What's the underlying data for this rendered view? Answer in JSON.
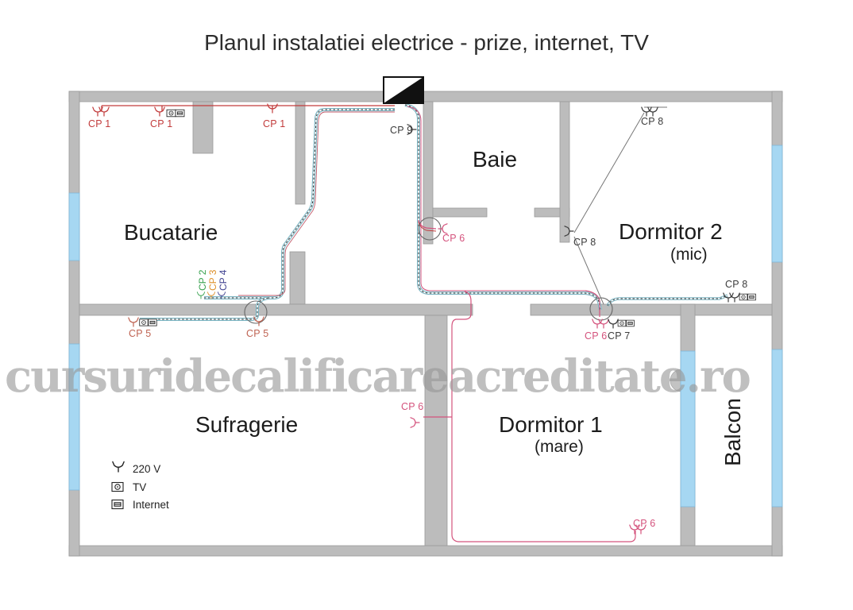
{
  "title": "Planul instalatiei electrice - prize, internet, TV",
  "watermark": "cursuridecalificareacreditate.ro",
  "rooms": {
    "bucatarie": "Bucatarie",
    "baie": "Baie",
    "dormitor2": "Dormitor 2",
    "dormitor2_sub": "(mic)",
    "sufragerie": "Sufragerie",
    "dormitor1": "Dormitor 1",
    "dormitor1_sub": "(mare)",
    "balcon": "Balcon"
  },
  "circuit_labels": {
    "cp1_a": "CP 1",
    "cp1_b": "CP 1",
    "cp1_c": "CP 1",
    "cp2": "CP 2",
    "cp3": "CP 3",
    "cp4": "CP 4",
    "cp5_a": "CP 5",
    "cp5_b": "CP 5",
    "cp6_baie": "CP 6",
    "cp6_hall": "CP 6",
    "cp6_wall": "CP 6",
    "cp6_bottom": "CP 6",
    "cp7": "CP 7",
    "cp8_top": "CP 8",
    "cp8_mid": "CP 8",
    "cp8_right": "CP 8",
    "cp9": "CP 9"
  },
  "legend": {
    "power": "220 V",
    "tv": "TV",
    "internet": "Internet"
  },
  "colors": {
    "wall": "#bcbcbc",
    "window_glass": "#a6d7f2",
    "circuit_red": "#c23b3b",
    "circuit_pink": "#d4537d",
    "circuit_salmon": "#bf6352",
    "circuit_green": "#35a04c",
    "circuit_orange": "#dd8f2a",
    "circuit_navy": "#3d3f8f",
    "wire_teal": "#79b4c2",
    "panel_black": "#111111",
    "text_dark": "#3c3c3c"
  }
}
